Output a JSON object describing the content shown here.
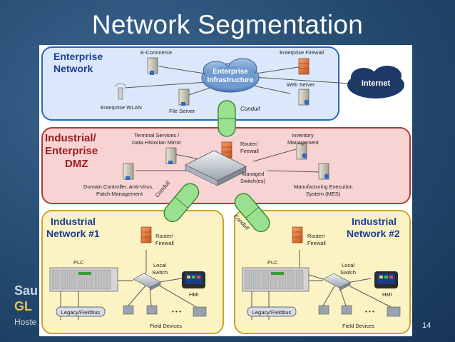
{
  "slide": {
    "title": "Network Segmentation",
    "page_number": "14",
    "brand_line1": "Sau",
    "brand_line2": "GL",
    "brand_line3": "Hoste"
  },
  "zones": {
    "enterprise": {
      "line1": "Enterprise",
      "line2": "Network"
    },
    "dmz": {
      "line1": "Industrial/",
      "line2": "Enterprise",
      "line3": "DMZ"
    },
    "industrial1": {
      "line1": "Industrial",
      "line2": "Network #1"
    },
    "industrial2": {
      "line1": "Industrial",
      "line2": "Network #2"
    }
  },
  "labels": {
    "ecommerce": "E-Commerce",
    "enterprise_firewall": "Enterprise Firewall",
    "enterprise_infra_1": "Enterprise",
    "enterprise_infra_2": "Infrastructure",
    "internet": "Internet",
    "web_server": "Web Server",
    "enterprise_wlan": "Enterprise WLAN",
    "file_server": "File Server",
    "conduit": "Conduit",
    "terminal_services_1": "Terminal Services /",
    "terminal_services_2": "Data Historian Mirror",
    "inventory_1": "Inventory",
    "inventory_2": "Management",
    "router_firewall_1": "Router/",
    "router_firewall_2": "Firewall",
    "managed_switch_1": "Managed",
    "managed_switch_2": "Switch(es)",
    "domain_controller_1": "Domain Controller, Anti-Virus,",
    "domain_controller_2": "Patch Management",
    "mes_1": "Manufacturing Execution",
    "mes_2": "System (MES)",
    "plc": "PLC",
    "local_switch_1": "Local",
    "local_switch_2": "Switch",
    "hmi": "HMI",
    "legacy_fieldbus": "Legacy/Fieldbus",
    "field_devices": "Field Devices",
    "ellipsis": "• • •"
  },
  "colors": {
    "enterprise_fill": "#dbe8fb",
    "enterprise_stroke": "#2b63c4",
    "dmz_fill": "#f7d3d3",
    "dmz_stroke": "#b03a3a",
    "industrial_fill": "#fbf3c4",
    "industrial_stroke": "#c9a531",
    "zone_title": "#1f3d99",
    "zone_title_dmz": "#9b1c1c",
    "zone_title_ind": "#1f3d99",
    "conduit_fill": "#9be08f",
    "conduit_stroke": "#3d8a35",
    "cloud": "#1d3a66",
    "firewall": "#e8743a"
  }
}
